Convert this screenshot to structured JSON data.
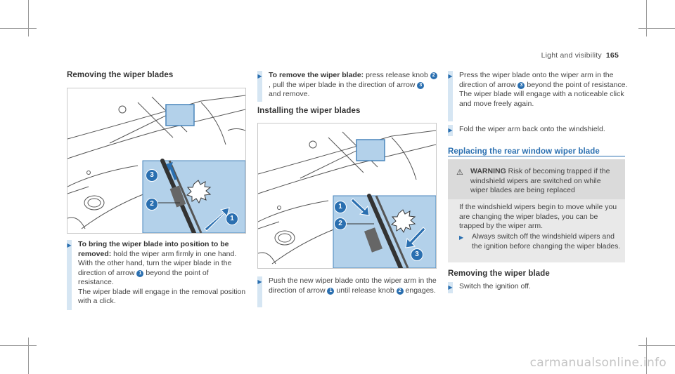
{
  "header": {
    "section": "Light and visibility",
    "page": "165"
  },
  "col1": {
    "heading": "Removing the wiper blades",
    "step": {
      "bold": "To bring the wiper blade into position to be removed:",
      "text_a": " hold the wiper arm firmly in one hand. With the other hand, turn the wiper blade in the direction of arrow ",
      "n1": "1",
      "text_b": " beyond the point of resistance.",
      "text_c": "The wiper blade will engage in the removal position with a click."
    },
    "callouts": [
      "3",
      "2",
      "1"
    ]
  },
  "col2": {
    "step1": {
      "bold": "To remove the wiper blade:",
      "text_a": " press release knob ",
      "n2": "2",
      "text_b": ", pull the wiper blade in the direction of arrow ",
      "n3": "3",
      "text_c": " and remove."
    },
    "heading": "Installing the wiper blades",
    "callouts": [
      "1",
      "2",
      "3"
    ],
    "step2": {
      "text_a": "Push the new wiper blade onto the wiper arm in the direction of arrow ",
      "n1": "1",
      "text_b": " until release knob ",
      "n2": "2",
      "text_c": " engages."
    }
  },
  "col3": {
    "step1": {
      "text_a": "Press the wiper blade onto the wiper arm in the direction of arrow ",
      "n3": "3",
      "text_b": " beyond the point of resistance.",
      "text_c": "The wiper blade will engage with a noticeable click and move freely again."
    },
    "step2": {
      "text": "Fold the wiper arm back onto the windshield."
    },
    "section_heading": "Replacing the rear window wiper blade",
    "warning": {
      "label": "WARNING",
      "title": " Risk of becoming trapped if the windshield wipers are switched on while wiper blades are being replaced",
      "body": "If the windshield wipers begin to move while you are changing the wiper blades, you can be trapped by the wiper arm.",
      "step": "Always switch off the windshield wipers and the ignition before changing the wiper blades."
    },
    "heading2": "Removing the wiper blade",
    "step3": {
      "text": "Switch the ignition off."
    }
  },
  "watermark": "carmanualsonline.info"
}
